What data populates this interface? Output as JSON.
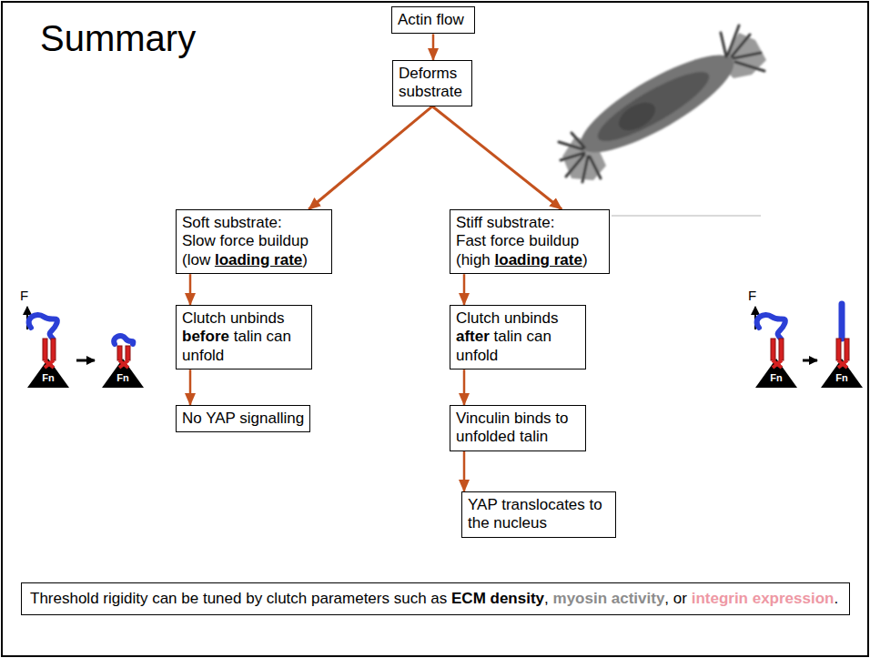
{
  "diagram": {
    "title": "Summary",
    "nodes": [
      {
        "text": [
          "Actin flow"
        ]
      },
      {
        "text": [
          "Deforms substrate"
        ]
      },
      {
        "text": [
          "Soft substrate:",
          "Slow force buildup",
          "(low",
          "loading rate",
          ")"
        ]
      },
      {
        "text": [
          "Stiff substrate:",
          "Fast force buildup",
          "(high",
          "loading rate",
          ")"
        ]
      },
      {
        "text": [
          "Clutch unbinds",
          "before",
          "talin can unfold"
        ]
      },
      {
        "text": [
          "Clutch unbinds",
          "after",
          "talin can unfold"
        ]
      },
      {
        "text": [
          "No YAP signalling"
        ]
      },
      {
        "text": [
          "Vinculin binds to unfolded talin"
        ]
      },
      {
        "text": [
          "YAP translocates to the nucleus"
        ]
      },
      {
        "text": [
          "Threshold rigidity can be tuned by clutch parameters such as",
          "ECM density",
          ",",
          "myosin activity",
          ", or",
          "integrin expression",
          "."
        ]
      }
    ],
    "edges": [
      {
        "from": 0,
        "to": 1,
        "arrow": "to"
      },
      {
        "from": 1,
        "to": 2,
        "arrow": "to"
      },
      {
        "from": 1,
        "to": 3,
        "arrow": "to"
      },
      {
        "from": 2,
        "to": 4,
        "arrow": "to"
      },
      {
        "from": 3,
        "to": 5,
        "arrow": "to"
      },
      {
        "from": 4,
        "to": 6,
        "arrow": "to"
      },
      {
        "from": 5,
        "to": 7,
        "arrow": "to"
      },
      {
        "from": 7,
        "to": 8,
        "arrow": "to"
      }
    ],
    "labels": [
      "F",
      "Fn",
      "Fn",
      "F",
      "Fn",
      "Fn"
    ]
  }
}
